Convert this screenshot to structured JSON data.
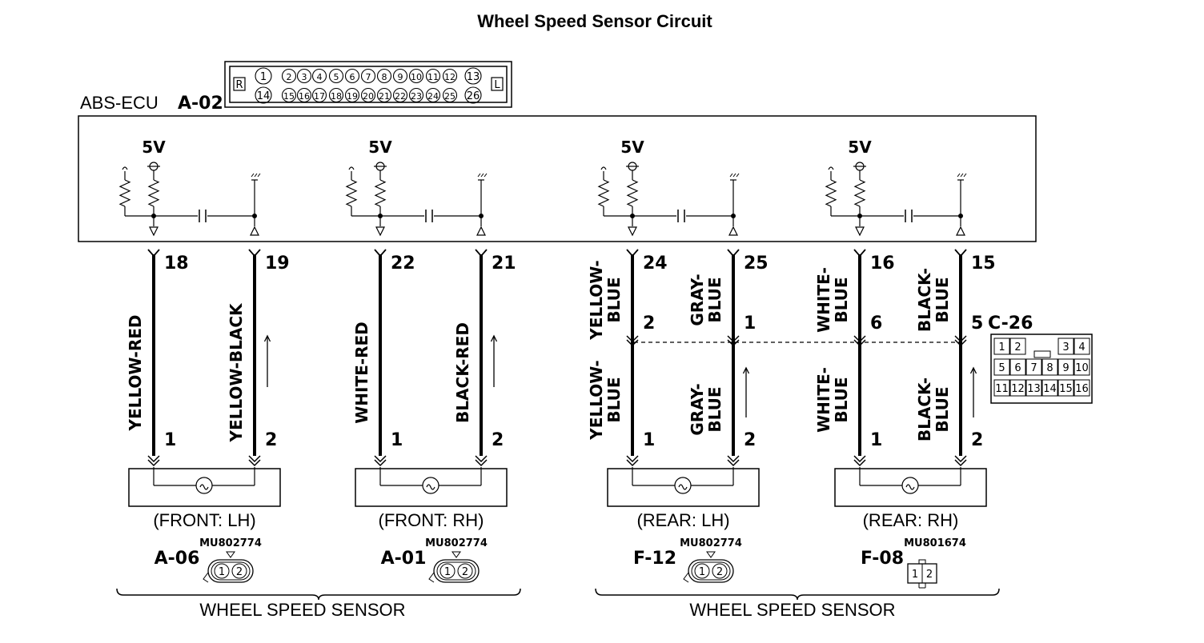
{
  "title": "Wheel Speed Sensor Circuit",
  "ecu": {
    "name": "ABS-ECU",
    "code": "A-02",
    "connector_pins": {
      "left_tag": "R",
      "right_tag": "L",
      "top_row": [
        "1",
        "2",
        "3",
        "4",
        "5",
        "6",
        "7",
        "8",
        "9",
        "10",
        "11",
        "12",
        "13"
      ],
      "bottom_row": [
        "14",
        "15",
        "16",
        "17",
        "18",
        "19",
        "20",
        "21",
        "22",
        "23",
        "24",
        "25",
        "26"
      ]
    },
    "supply_label": "5V"
  },
  "channels": [
    {
      "name": "front-lh",
      "pin_a": "18",
      "pin_b": "19",
      "wire_a": "YELLOW-RED",
      "wire_b": "YELLOW-BLACK",
      "sensor_pin_a": "1",
      "sensor_pin_b": "2"
    },
    {
      "name": "front-rh",
      "pin_a": "22",
      "pin_b": "21",
      "wire_a": "WHITE-RED",
      "wire_b": "BLACK-RED",
      "sensor_pin_a": "1",
      "sensor_pin_b": "2"
    },
    {
      "name": "rear-lh",
      "pin_a": "24",
      "pin_b": "25",
      "wire_a_upper": [
        "YELLOW-",
        "BLUE"
      ],
      "wire_b_upper": [
        "GRAY-",
        "BLUE"
      ],
      "wire_a_lower": [
        "YELLOW-",
        "BLUE"
      ],
      "wire_b_lower": [
        "GRAY-",
        "BLUE"
      ],
      "junction_pin_a": "2",
      "junction_pin_b": "1",
      "sensor_pin_a": "1",
      "sensor_pin_b": "2"
    },
    {
      "name": "rear-rh",
      "pin_a": "16",
      "pin_b": "15",
      "wire_a_upper": [
        "WHITE-",
        "BLUE"
      ],
      "wire_b_upper": [
        "BLACK-",
        "BLUE"
      ],
      "wire_a_lower": [
        "WHITE-",
        "BLUE"
      ],
      "wire_b_lower": [
        "BLACK-",
        "BLUE"
      ],
      "junction_pin_a": "6",
      "junction_pin_b": "5",
      "sensor_pin_a": "1",
      "sensor_pin_b": "2"
    }
  ],
  "junction_connector": {
    "code": "C-26",
    "rows": [
      [
        "1",
        "2",
        "",
        "",
        "3",
        "4"
      ],
      [
        "5",
        "6",
        "7",
        "8",
        "9",
        "10"
      ],
      [
        "11",
        "12",
        "13",
        "14",
        "15",
        "16"
      ]
    ]
  },
  "sensors": [
    {
      "position": "(FRONT: LH)",
      "connector": "A-06",
      "part": "MU802774",
      "pins": [
        "1",
        "2"
      ]
    },
    {
      "position": "(FRONT: RH)",
      "connector": "A-01",
      "part": "MU802774",
      "pins": [
        "1",
        "2"
      ]
    },
    {
      "position": "(REAR: LH)",
      "connector": "F-12",
      "part": "MU802774",
      "pins": [
        "1",
        "2"
      ]
    },
    {
      "position": "(REAR: RH)",
      "connector": "F-08",
      "part": "MU801674",
      "pins": [
        "1",
        "2"
      ]
    }
  ],
  "groups": [
    {
      "label": "WHEEL SPEED SENSOR"
    },
    {
      "label": "WHEEL SPEED SENSOR"
    }
  ]
}
